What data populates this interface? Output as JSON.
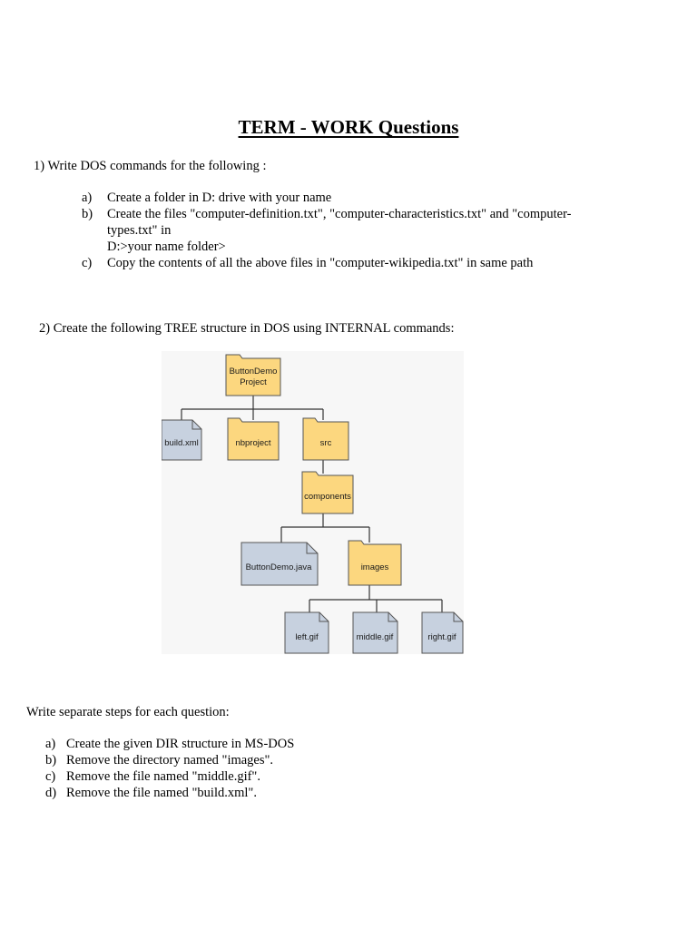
{
  "title": "TERM - WORK Questions",
  "q1": {
    "heading": "1) Write DOS commands for the following :",
    "items": [
      {
        "marker": "a)",
        "text": "Create a folder in D: drive with your name"
      },
      {
        "marker": "b)",
        "line1": "Create the files \"computer-definition.txt\", \"computer-characteristics.txt\" and \"computer-",
        "line2": "types.txt\" in",
        "line3": "D:>your name folder>"
      },
      {
        "marker": "c)",
        "text": "Copy the contents of all the above files in \"computer-wikipedia.txt\" in same path"
      }
    ]
  },
  "q2": {
    "heading": "2)  Create the following TREE structure in DOS using INTERNAL commands:"
  },
  "tree": {
    "folder_color": "#fcd77f",
    "file_color": "#c7d1df",
    "nodes": {
      "root_line1": "ButtonDemo",
      "root_line2": "Project",
      "build": "build.xml",
      "nbproject": "nbproject",
      "src": "src",
      "components": "components",
      "buttondemo_java": "ButtonDemo.java",
      "images": "images",
      "left": "left.gif",
      "middle": "middle.gif",
      "right": "right.gif"
    }
  },
  "steps": {
    "heading": "Write separate steps for each question:",
    "items": [
      {
        "marker": "a)",
        "text": "Create the given DIR structure in MS-DOS"
      },
      {
        "marker": "b)",
        "text": "Remove the directory named \"images\"."
      },
      {
        "marker": "c)",
        "text": "Remove the file  named \"middle.gif\"."
      },
      {
        "marker": "d)",
        "text": "Remove the file  named \"build.xml\"."
      }
    ]
  }
}
